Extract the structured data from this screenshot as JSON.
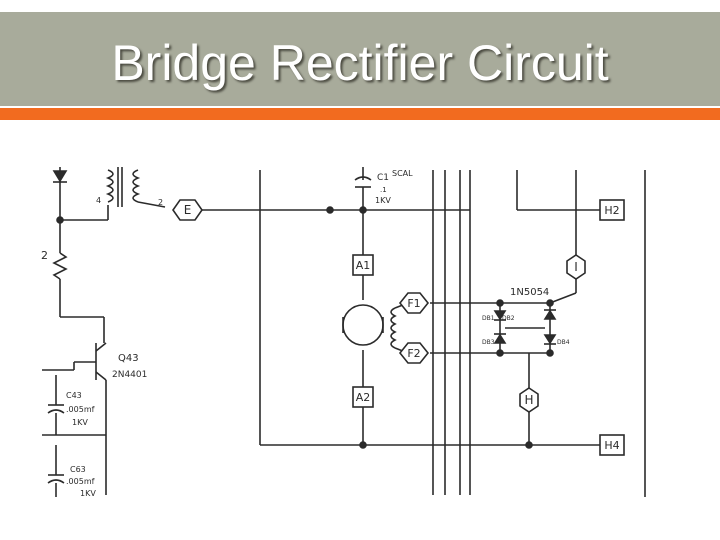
{
  "slide": {
    "title": "Bridge Rectifier Circuit"
  },
  "colors": {
    "title_bar": "#a8ab9b",
    "title_text": "#ffffff",
    "accent_bar": "#f26b1f",
    "ink": "#2b2b2b"
  },
  "schematic": {
    "terminals": {
      "e": "E",
      "h2": "H2",
      "i": "I",
      "a1": "A1",
      "a2": "A2",
      "f1": "F1",
      "f2": "F2",
      "h": "H",
      "h4": "H4"
    },
    "capacitor_c1": {
      "name": "C1",
      "value": ".1",
      "voltage": "1KV"
    },
    "scale_label": "SCAL",
    "rectifier_part": "1N5054",
    "diodes": [
      "DB1",
      "DB2",
      "DB3",
      "DB4"
    ],
    "transistor": {
      "name": "Q43",
      "part": "2N4401"
    },
    "capacitor_c43": {
      "name": "C43",
      "value": ".005mf",
      "voltage": "1KV"
    },
    "capacitor_c63": {
      "name": "C63",
      "value": ".005mf",
      "voltage": "1KV"
    },
    "pin_label": "4",
    "pin_label_2": "2",
    "margin_number": "2"
  }
}
